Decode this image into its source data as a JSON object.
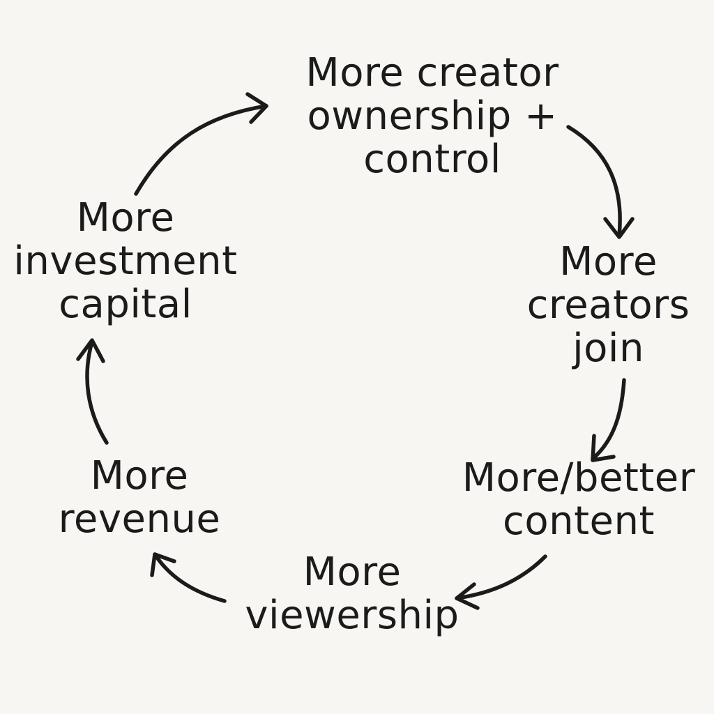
{
  "nodes": [
    {
      "id": "ownership",
      "lines": [
        "More creator",
        "ownership +",
        "control"
      ]
    },
    {
      "id": "creators_join",
      "lines": [
        "More",
        "creators",
        "join"
      ]
    },
    {
      "id": "content",
      "lines": [
        "More/better",
        "content"
      ]
    },
    {
      "id": "viewership",
      "lines": [
        "More",
        "viewership"
      ]
    },
    {
      "id": "revenue",
      "lines": [
        "More",
        "revenue"
      ]
    },
    {
      "id": "investment",
      "lines": [
        "More",
        "investment",
        "capital"
      ]
    }
  ],
  "edges": [
    {
      "from": "ownership",
      "to": "creators_join"
    },
    {
      "from": "creators_join",
      "to": "content"
    },
    {
      "from": "content",
      "to": "viewership"
    },
    {
      "from": "viewership",
      "to": "revenue"
    },
    {
      "from": "revenue",
      "to": "investment"
    },
    {
      "from": "investment",
      "to": "ownership"
    }
  ],
  "colors": {
    "background": "#f7f6f2",
    "ink": "#1b1b1b"
  }
}
